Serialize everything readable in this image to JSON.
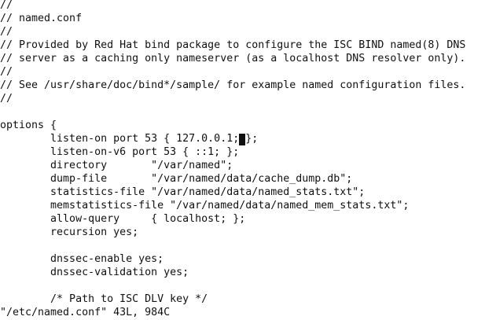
{
  "editor": {
    "lines": [
      "//",
      "// named.conf",
      "//",
      "// Provided by Red Hat bind package to configure the ISC BIND named(8) DNS",
      "// server as a caching only nameserver (as a localhost DNS resolver only).",
      "//",
      "// See /usr/share/doc/bind*/sample/ for example named configuration files.",
      "//",
      "",
      "options {",
      "",
      "        listen-on-v6 port 53 { ::1; };",
      "        directory       \"/var/named\";",
      "        dump-file       \"/var/named/data/cache_dump.db\";",
      "        statistics-file \"/var/named/data/named_stats.txt\";",
      "        memstatistics-file \"/var/named/data/named_mem_stats.txt\";",
      "        allow-query     { localhost; };",
      "        recursion yes;",
      "",
      "        dnssec-enable yes;",
      "        dnssec-validation yes;",
      "",
      "        /* Path to ISC DLV key */"
    ],
    "cursor_line": {
      "before": "        listen-on port 53 { 127.0.0.1;",
      "cursor_char": " ",
      "after": "};"
    }
  },
  "status": {
    "text": "\"/etc/named.conf\" 43L, 984C"
  }
}
